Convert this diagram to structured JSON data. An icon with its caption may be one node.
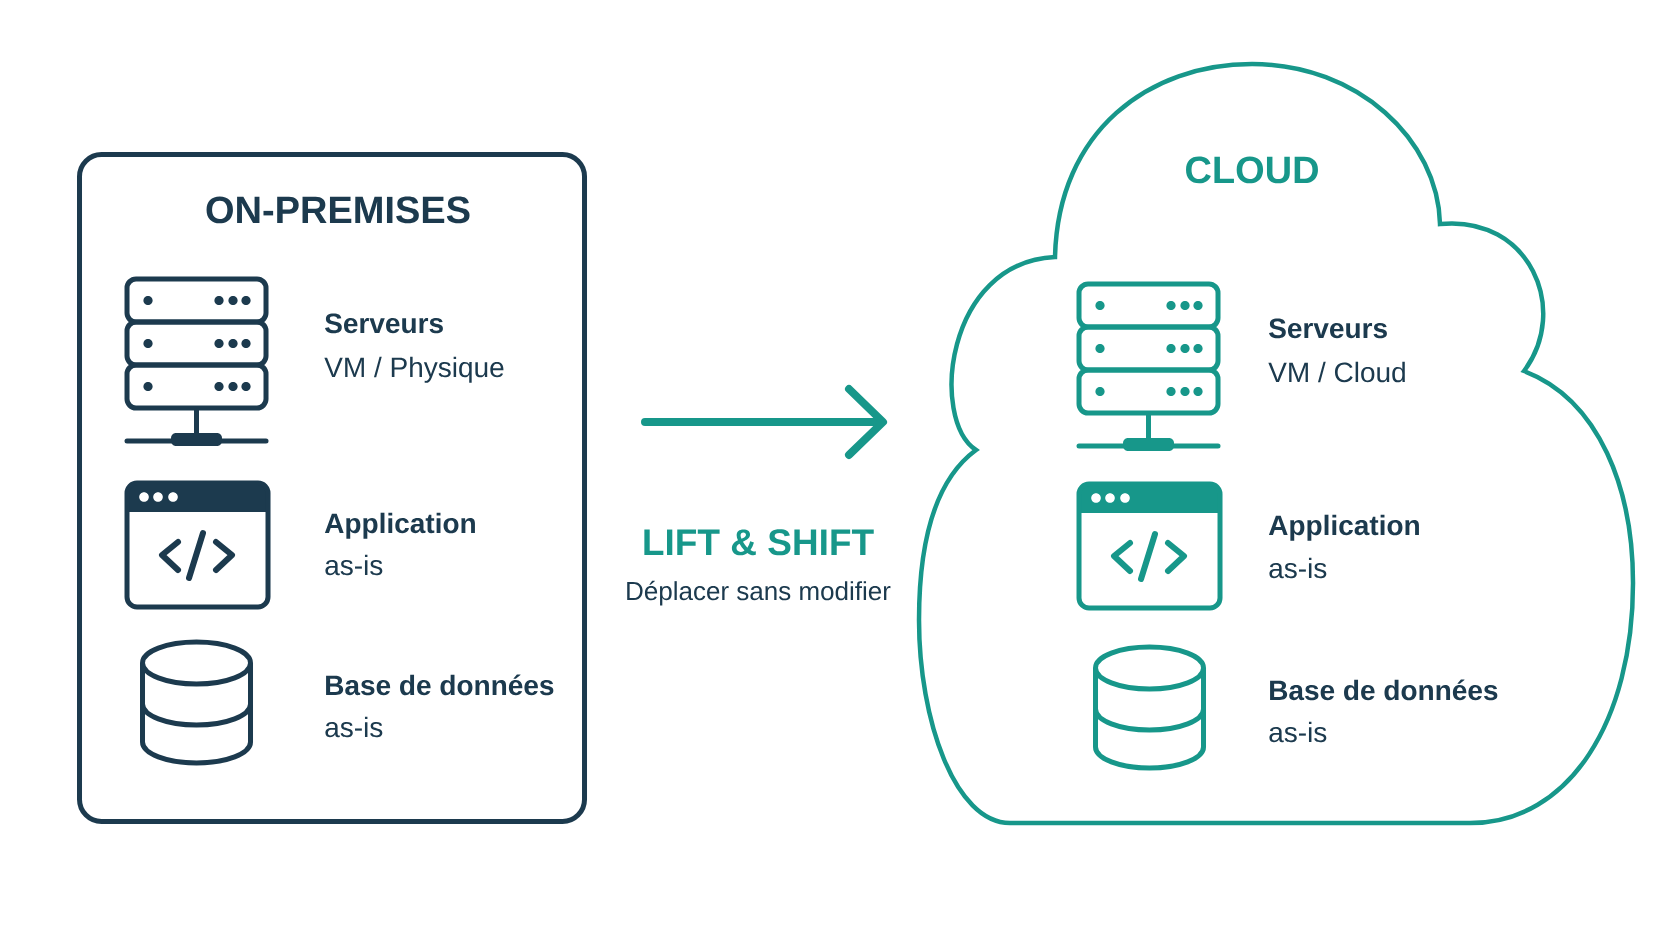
{
  "diagram": {
    "nodes": [
      {
        "text": [
          "ON-PREMISES"
        ]
      },
      {
        "text": [
          "CLOUD"
        ]
      }
    ],
    "edges": [
      {
        "from": 0,
        "to": 1,
        "arrow": "to",
        "label": "LIFT & SHIFT"
      }
    ],
    "labels": [
      "Serveurs",
      "VM / Physique",
      "Application",
      "as-is",
      "Base de données",
      "as-is",
      "Déplacer sans modifier",
      "Serveurs",
      "VM / Cloud",
      "Application",
      "as-is",
      "Base de données",
      "as-is"
    ]
  }
}
